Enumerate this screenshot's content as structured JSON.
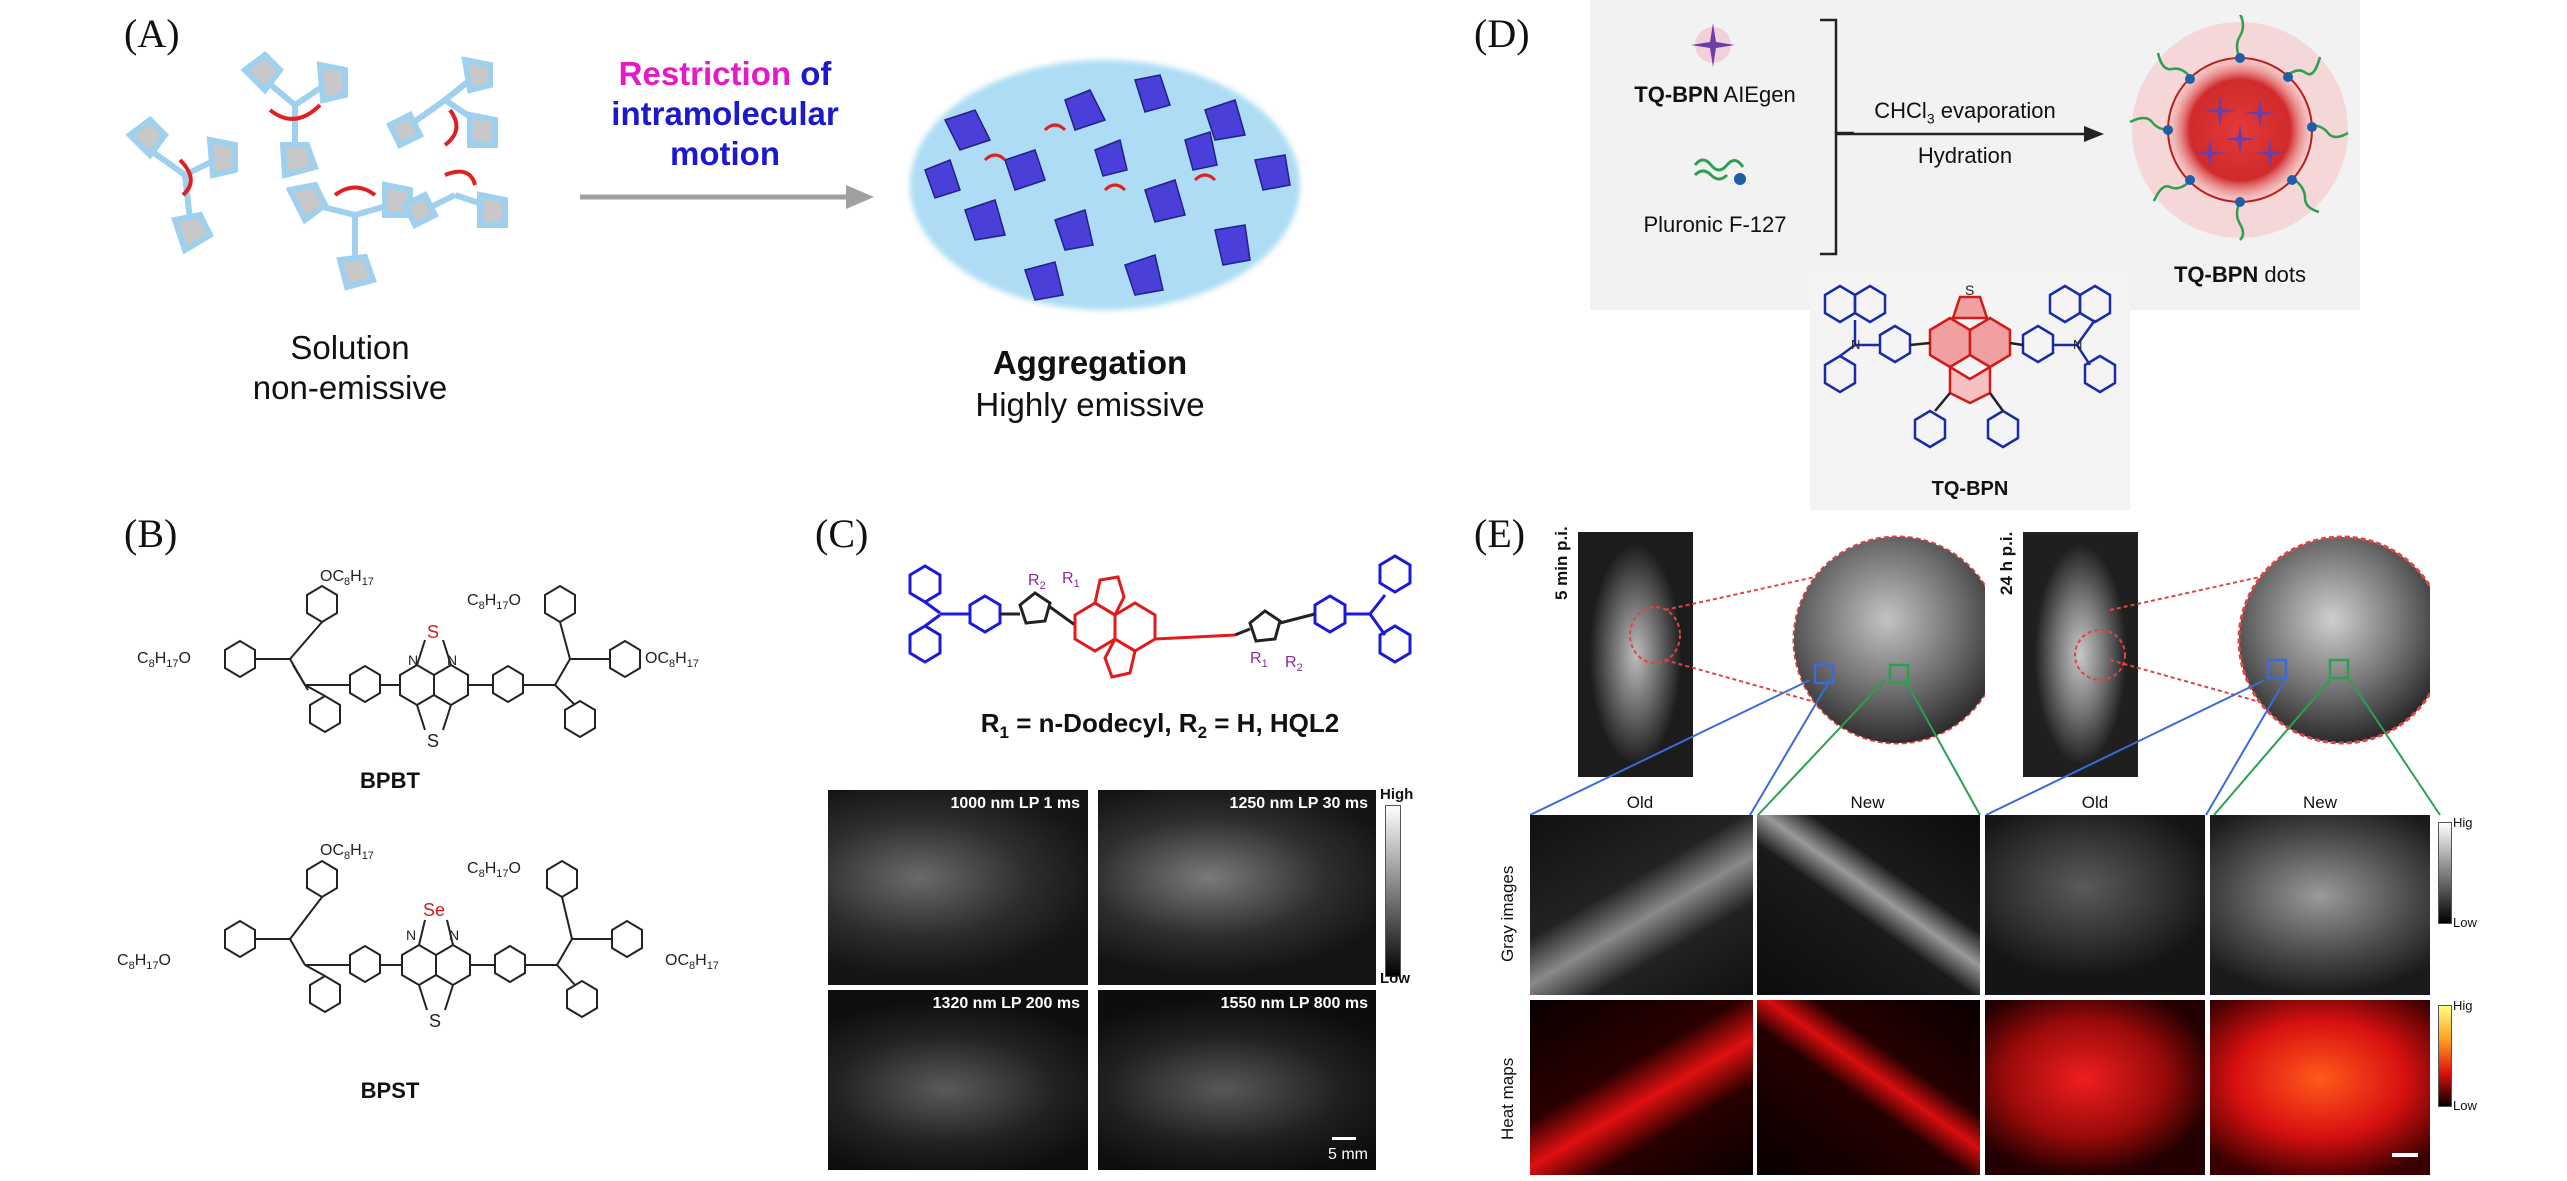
{
  "panel_a": {
    "label": "(A)",
    "arrow_text_1": "Restriction",
    "arrow_text_2": "of",
    "arrow_text_3": "intramolecular",
    "arrow_text_4": "motion",
    "left_caption_1": "Solution",
    "left_caption_2": "non-emissive",
    "right_caption_1": "Aggregation",
    "right_caption_2": "Highly emissive",
    "colors": {
      "magenta": "#e619c8",
      "blue": "#1a1acc",
      "glow": "#8cc8f0"
    }
  },
  "panel_b": {
    "label": "(B)",
    "mol1_name": "BPBT",
    "mol2_name": "BPST",
    "s_atom": "S",
    "se_atom": "Se",
    "n_atom": "N",
    "sub_a": "OC",
    "sub_a_idx": "8",
    "sub_b": "H",
    "sub_b_idx": "17",
    "sub_c": "C",
    "sub_c_idx": "8",
    "sub_d": "O"
  },
  "panel_c": {
    "label": "(C)",
    "r1": "R",
    "r1_idx": "1",
    "r2": "R",
    "r2_idx": "2",
    "formula_p1": "R",
    "formula_p1_sub": "1",
    "formula_p2": " = n-Dodecyl, R",
    "formula_p2_sub": "2",
    "formula_p3": " = H,  HQL2",
    "images": [
      {
        "text": "1000 nm LP 1 ms"
      },
      {
        "text": "1250 nm LP 30 ms"
      },
      {
        "text": "1320 nm LP 200 ms"
      },
      {
        "text": "1550 nm LP 800 ms"
      }
    ],
    "colorbar_high": "High",
    "colorbar_low": "Low",
    "scale_bar": "5 mm"
  },
  "panel_d": {
    "label": "(D)",
    "aiegen_bold": "TQ-BPN",
    "aiegen_rest": " AIEgen",
    "pluronic": "Pluronic F-127",
    "step1_a": "CHCl",
    "step1_sub": "3",
    "step1_b": " evaporation",
    "step2": "Hydration",
    "dots_bold": "TQ-BPN",
    "dots_rest": " dots",
    "mol_name": "TQ-BPN"
  },
  "panel_e": {
    "label": "(E)",
    "time1": "5 min p.i.",
    "time2": "24 h p.i.",
    "cols": [
      "Old",
      "New",
      "Old",
      "New"
    ],
    "row1": "Gray images",
    "row2": "Heat maps",
    "cb_high": "Hig",
    "cb_low": "Low"
  }
}
